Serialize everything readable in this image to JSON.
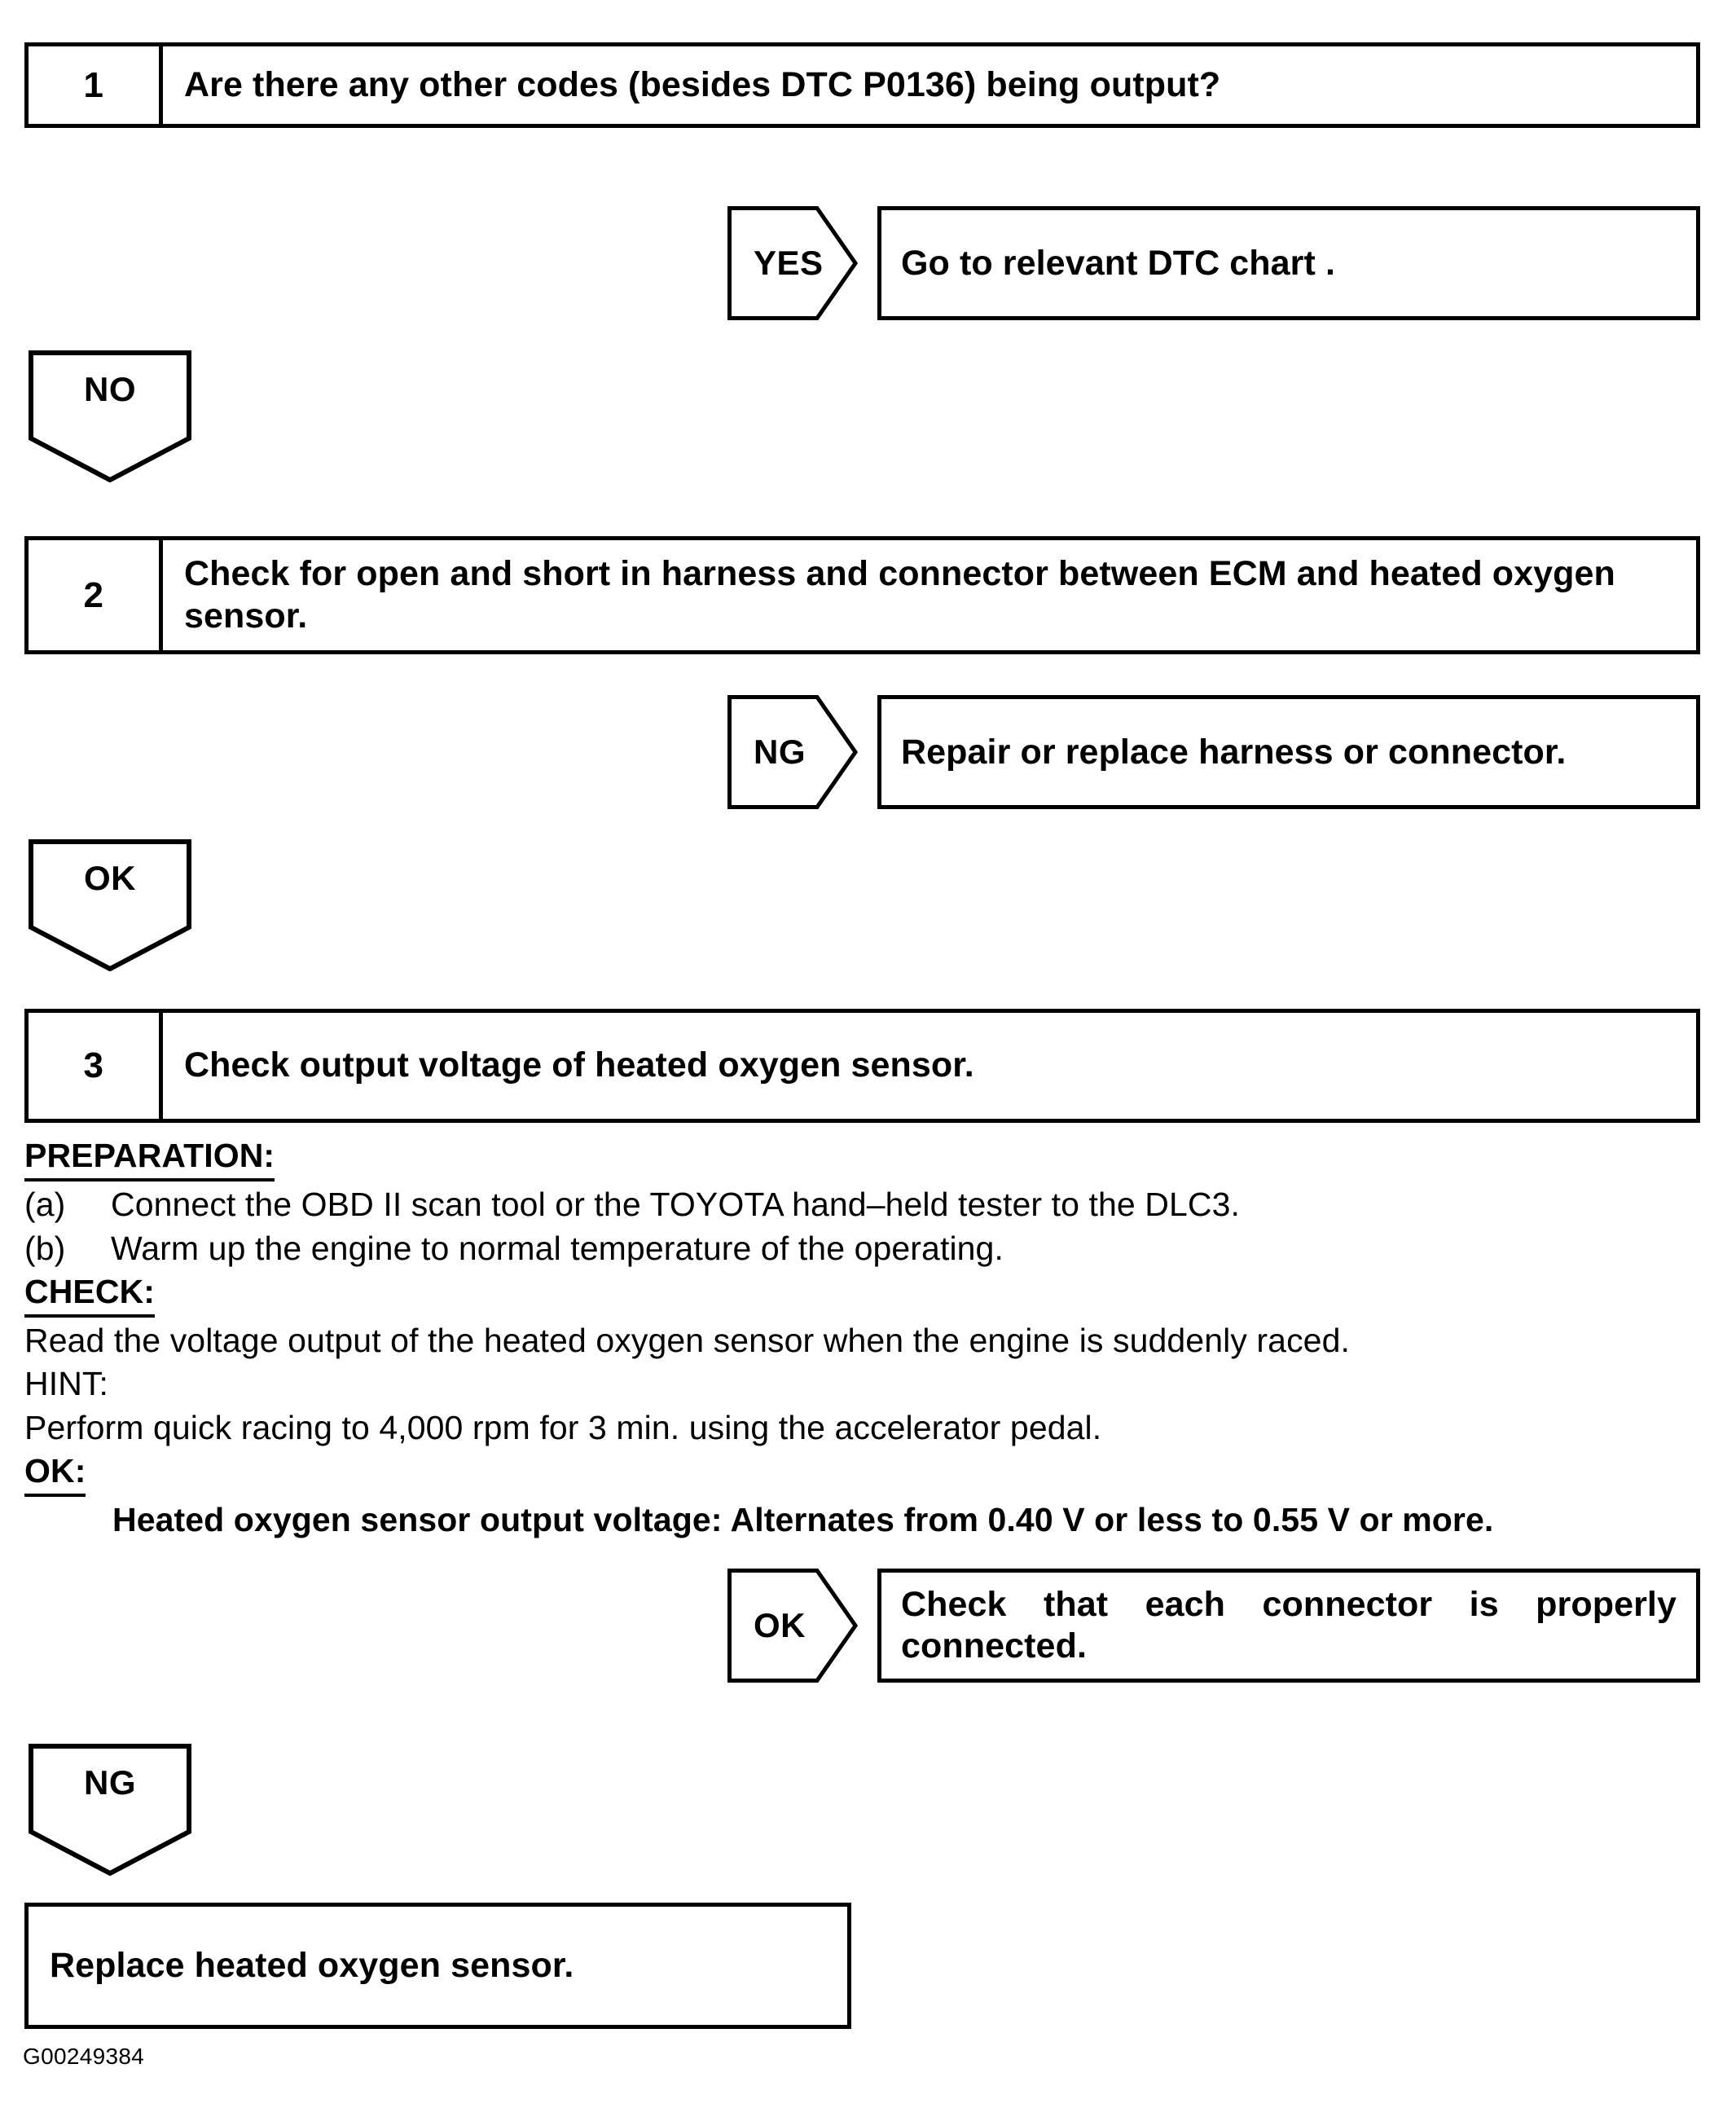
{
  "document": {
    "figure_code": "G00249384"
  },
  "steps": [
    {
      "number": "1",
      "text": "Are there any other codes (besides DTC P0136) being output?"
    },
    {
      "number": "2",
      "text": "Check for open and short in harness and connector between ECM and heated oxygen sensor."
    },
    {
      "number": "3",
      "text": "Check output voltage of heated oxygen sensor."
    }
  ],
  "branches": {
    "yes_1": {
      "label": "YES",
      "result": "Go to relevant DTC chart ."
    },
    "no_1": {
      "label": "NO"
    },
    "ng_2": {
      "label": "NG",
      "result": "Repair or replace harness or connector."
    },
    "ok_2": {
      "label": "OK"
    },
    "ok_3": {
      "label": "OK",
      "result": "Check that each connector is properly connected."
    },
    "ng_3": {
      "label": "NG"
    }
  },
  "procedure": {
    "preparation_heading": "PREPARATION:",
    "preparation_items": [
      {
        "mark": "(a)",
        "text": "Connect the OBD II scan tool or the TOYOTA hand–held tester to the DLC3."
      },
      {
        "mark": "(b)",
        "text": "Warm up the engine to normal temperature of the operating."
      }
    ],
    "check_heading": "CHECK:",
    "check_text": "Read the voltage output of the heated oxygen sensor when the engine is suddenly raced.",
    "hint_heading": "HINT:",
    "hint_text": "Perform quick racing to 4,000 rpm for 3 min. using the accelerator pedal.",
    "ok_heading": "OK:",
    "ok_spec": "Heated oxygen sensor output voltage: Alternates from 0.40 V or less to 0.55 V or more."
  },
  "terminal": {
    "replace_sensor": "Replace heated oxygen sensor."
  }
}
